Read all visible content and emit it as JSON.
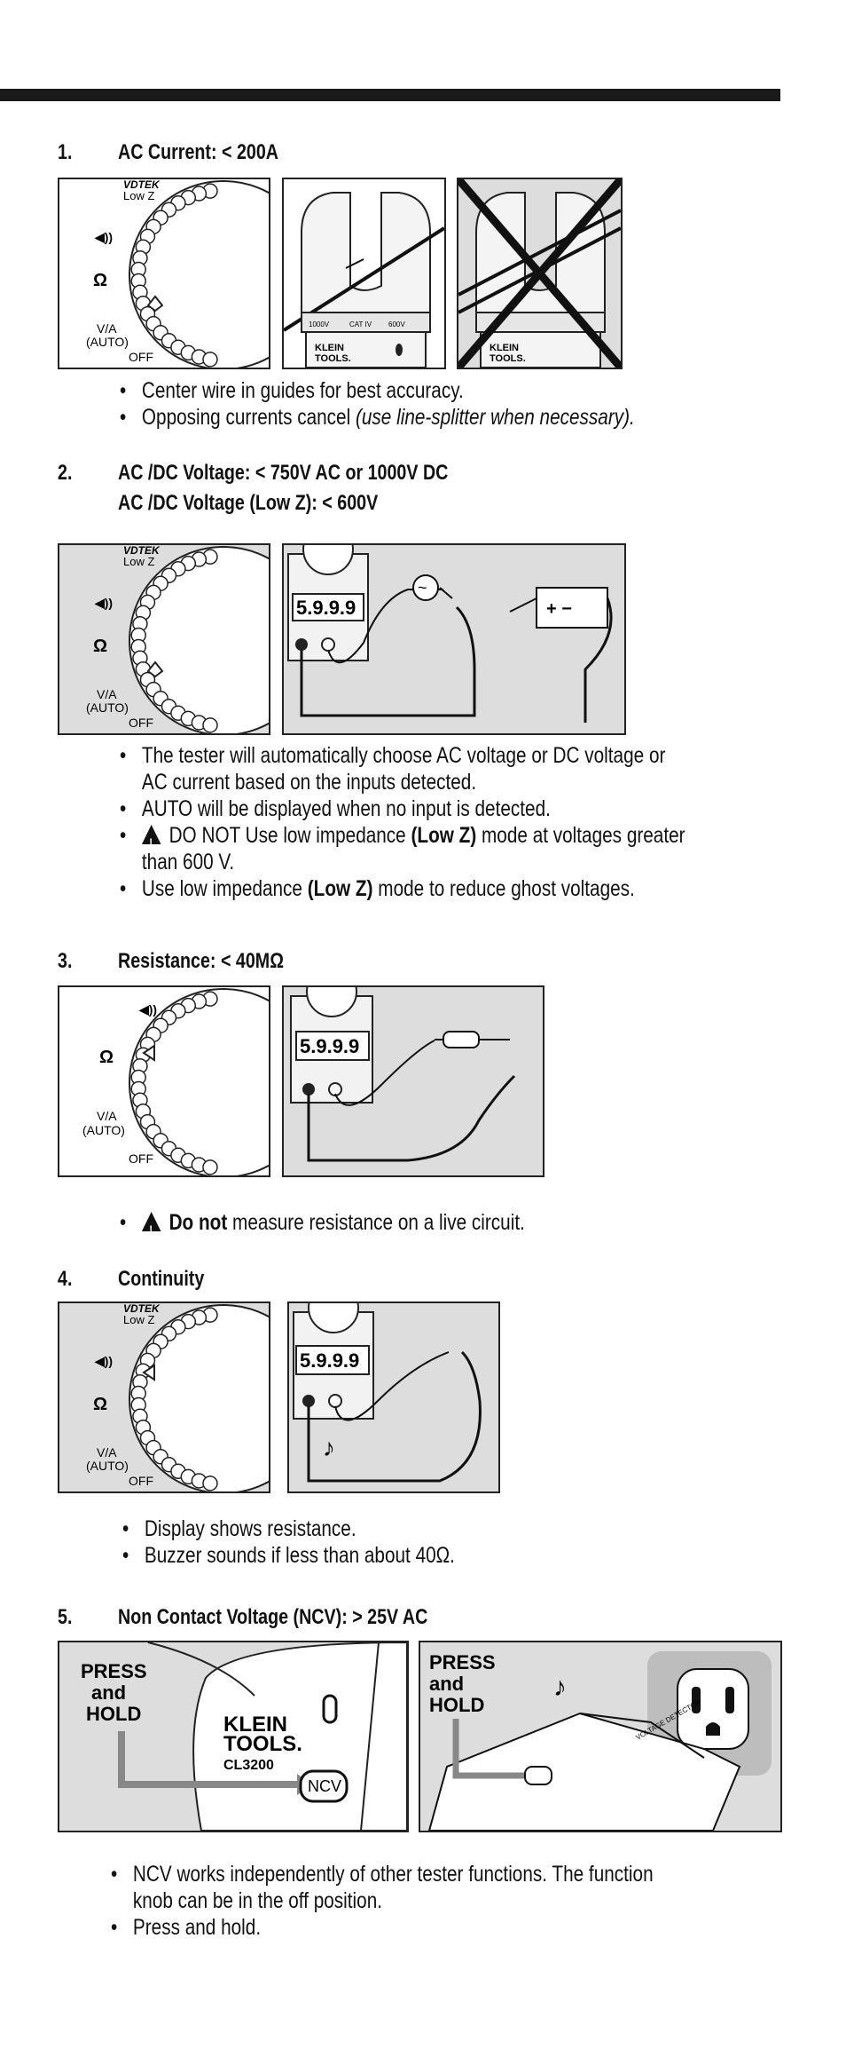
{
  "sections": [
    {
      "number": "1.",
      "title": "AC Current: < 200A",
      "bullets": [
        "Center wire in guides for best accuracy.",
        "Opposing currents cancel",
        "(use line-splitter when necessary)."
      ]
    },
    {
      "number": "2.",
      "title": "AC /DC Voltage: < 750V AC or 1000V DC",
      "title2": "AC /DC Voltage (Low Z): < 600V",
      "bullets": [
        "The tester will automatically choose AC voltage or DC voltage or",
        "AC current based on the inputs detected.",
        "AUTO will be displayed when no input is detected.",
        "DO NOT Use low impedance",
        "(Low Z)",
        "mode at voltages greater",
        "than 600 V.",
        "Use low impedance",
        "(Low Z)",
        "mode to reduce ghost voltages."
      ]
    },
    {
      "number": "3.",
      "title": "Resistance: < 40MΩ",
      "bullets": [
        "Do not",
        "measure resistance on a live circuit."
      ]
    },
    {
      "number": "4.",
      "title": "Continuity",
      "bullets": [
        "Display shows resistance.",
        "Buzzer sounds if less than about 40Ω."
      ]
    },
    {
      "number": "5.",
      "title": "Non Contact Voltage (NCV): > 25V AC",
      "bullets": [
        "NCV works independently of other tester functions. The function",
        "knob can be in the off position.",
        "Press and hold."
      ]
    }
  ],
  "dial": {
    "vdtek": "VDTEK",
    "lowz": "Low Z",
    "ohm": "Ω",
    "va": "V/A",
    "auto": "(AUTO)",
    "off": "OFF"
  },
  "meter": {
    "display": "5.9.9.9",
    "brand1": "KLEIN",
    "brand2": "TOOLS.",
    "model": "CL3200",
    "ncv": "NCV",
    "cat": "CAT IV",
    "v600": "600V",
    "v1000": "1000V",
    "voltage_detector": "VOLTAGE DETECTOR"
  },
  "press": {
    "l1": "PRESS",
    "l2": "and",
    "l3": "HOLD"
  }
}
